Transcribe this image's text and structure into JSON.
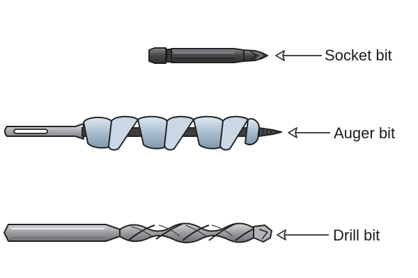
{
  "labels": {
    "socket_bit": "Socket bit",
    "auger_bit": "Auger bit",
    "drill_bit": "Drill bit"
  },
  "colors": {
    "outline": "#222222",
    "steel_dark": "#4a4a4d",
    "steel_mid": "#8a8a8e",
    "steel_light": "#b9b9bd",
    "auger_spiral": "#9fb6c9",
    "auger_spiral_light": "#d3e1ec",
    "arrow": "#444444"
  }
}
